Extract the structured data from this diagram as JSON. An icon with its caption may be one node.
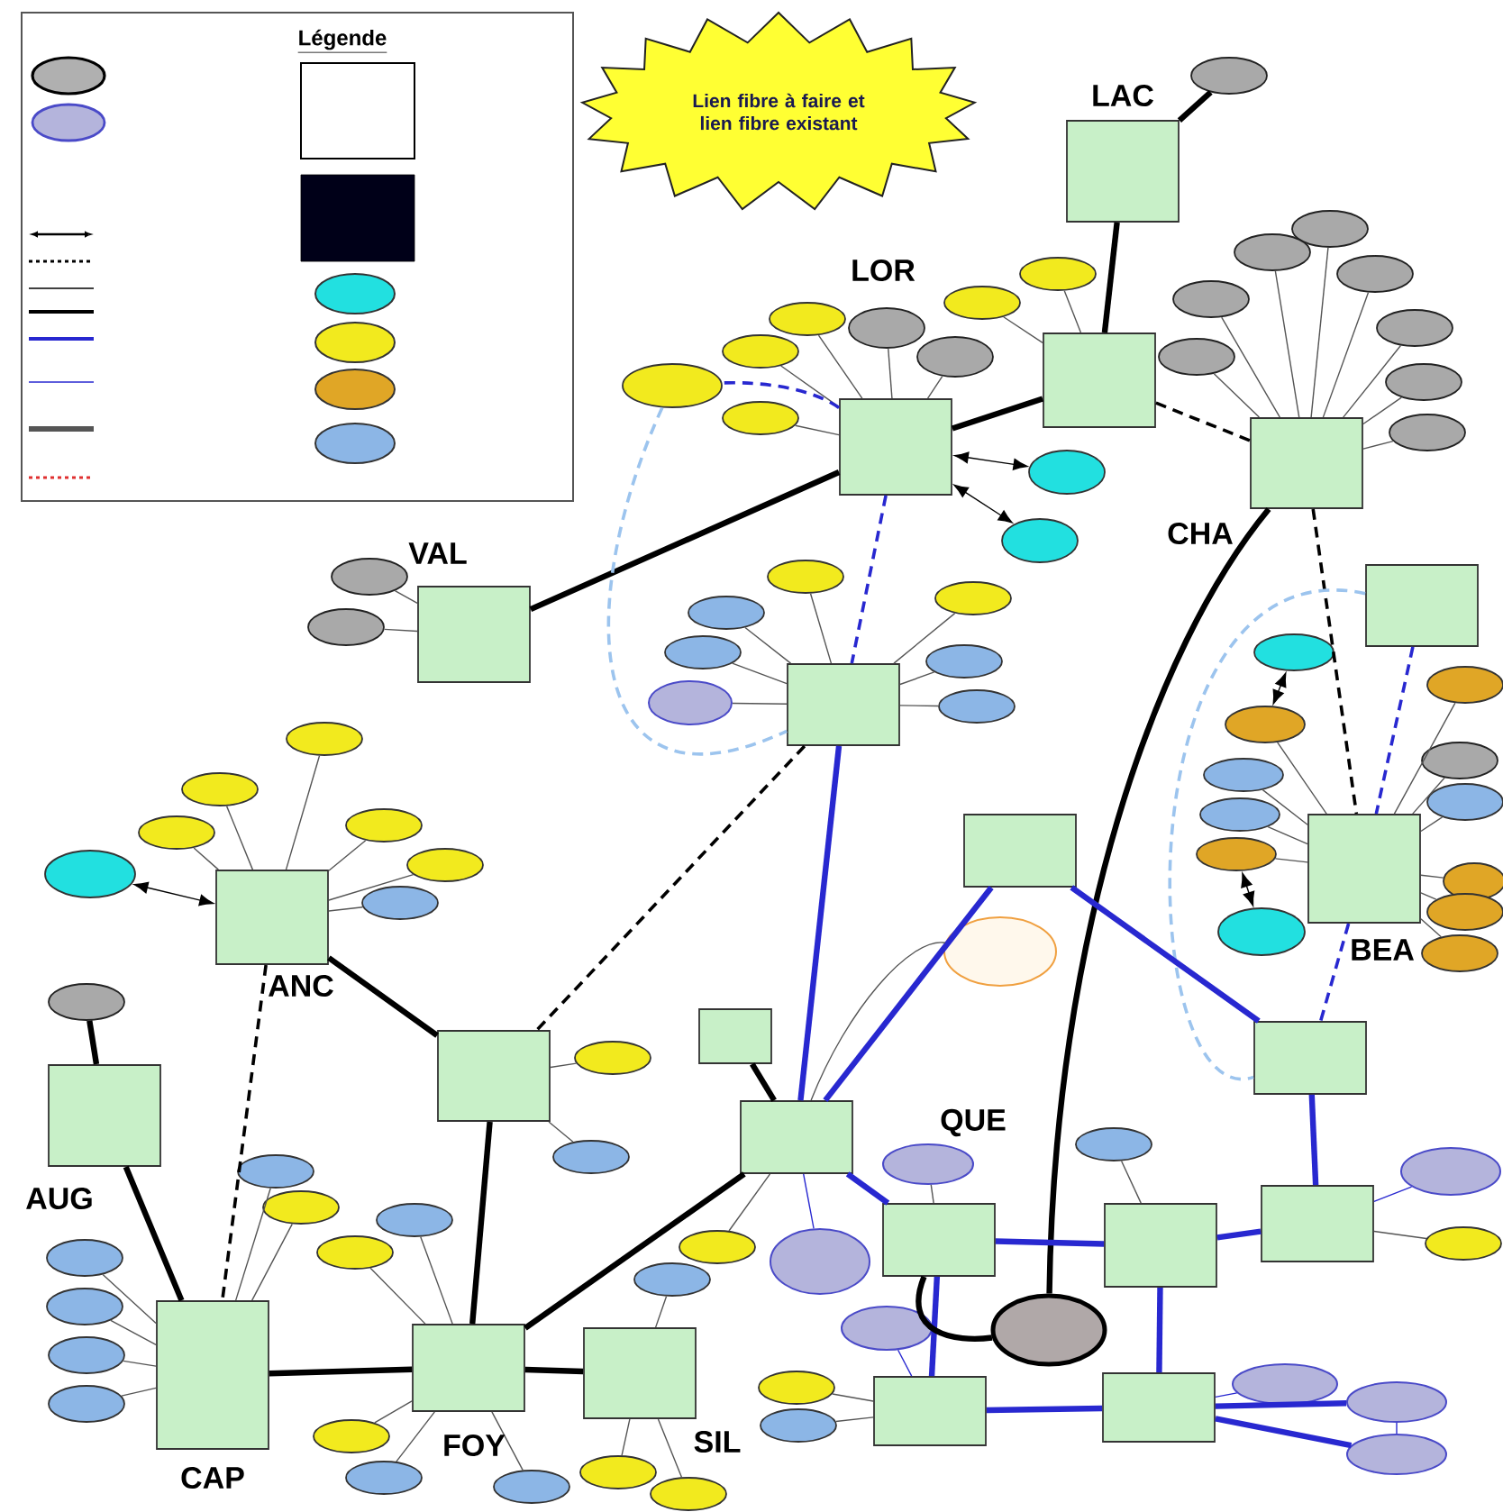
{
  "diagram": {
    "nodes": [
      {
        "text": [
          "Lien fibre à faire et lien fibre existant"
        ]
      },
      {
        "text": [],
        "shape": "box",
        "beside": [
          "LAC"
        ]
      },
      {
        "text": [],
        "shape": "ellipse"
      },
      {
        "text": [],
        "shape": "box"
      },
      {
        "text": [],
        "shape": "box"
      },
      {
        "text": [],
        "shape": "ellipse"
      },
      {
        "text": [],
        "shape": "ellipse"
      },
      {
        "text": [],
        "shape": "ellipse"
      },
      {
        "text": [],
        "shape": "ellipse"
      },
      {
        "text": [],
        "shape": "ellipse"
      },
      {
        "text": [],
        "shape": "ellipse"
      },
      {
        "text": [],
        "shape": "ellipse"
      },
      {
        "text": [],
        "shape": "ellipse"
      },
      {
        "text": [],
        "shape": "ellipse"
      },
      {
        "text": [],
        "shape": "ellipse"
      },
      {
        "text": [],
        "shape": "box",
        "beside": [
          "CHA"
        ]
      },
      {
        "text": [],
        "shape": "ellipse"
      },
      {
        "text": [],
        "shape": "ellipse"
      },
      {
        "text": [],
        "shape": "ellipse"
      },
      {
        "text": [],
        "shape": "ellipse"
      },
      {
        "text": [],
        "shape": "ellipse"
      },
      {
        "text": [],
        "shape": "ellipse"
      },
      {
        "text": [],
        "shape": "ellipse"
      },
      {
        "text": [],
        "shape": "ellipse"
      },
      {
        "text": [],
        "shape": "box"
      },
      {
        "text": [],
        "shape": "ellipse"
      },
      {
        "text": [],
        "shape": "ellipse"
      },
      {
        "text": [],
        "shape": "box"
      },
      {
        "text": [],
        "shape": "ellipse"
      },
      {
        "text": [],
        "shape": "ellipse"
      },
      {
        "text": [],
        "shape": "ellipse"
      },
      {
        "text": [],
        "shape": "ellipse"
      },
      {
        "text": [],
        "shape": "ellipse"
      },
      {
        "text": [],
        "shape": "ellipse"
      },
      {
        "text": [],
        "shape": "ellipse"
      },
      {
        "text": [],
        "shape": "box",
        "beside": [
          "ANC"
        ]
      },
      {
        "text": [],
        "shape": "ellipse"
      },
      {
        "text": [],
        "shape": "ellipse"
      },
      {
        "text": [],
        "shape": "ellipse"
      },
      {
        "text": [],
        "shape": "ellipse"
      },
      {
        "text": [],
        "shape": "ellipse"
      },
      {
        "text": [],
        "shape": "ellipse"
      },
      {
        "text": [],
        "shape": "ellipse"
      },
      {
        "text": [],
        "shape": "box"
      },
      {
        "text": [],
        "shape": "box",
        "beside": [
          "BEA"
        ]
      },
      {
        "text": [],
        "shape": "ellipse"
      },
      {
        "text": [],
        "shape": "ellipse"
      },
      {
        "text": [],
        "shape": "ellipse"
      },
      {
        "text": [],
        "shape": "ellipse"
      },
      {
        "text": [],
        "shape": "ellipse"
      },
      {
        "text": [],
        "shape": "ellipse"
      },
      {
        "text": [],
        "shape": "ellipse"
      },
      {
        "text": [],
        "shape": "ellipse"
      },
      {
        "text": [],
        "shape": "ellipse"
      },
      {
        "text": [],
        "shape": "ellipse"
      },
      {
        "text": [],
        "shape": "ellipse"
      },
      {
        "text": [],
        "shape": "ellipse"
      },
      {
        "text": [],
        "shape": "box"
      },
      {
        "text": [],
        "shape": "ellipse"
      },
      {
        "text": [],
        "shape": "box",
        "beside": [
          "AUG"
        ]
      },
      {
        "text": [],
        "shape": "ellipse"
      },
      {
        "text": [],
        "shape": "box"
      },
      {
        "text": [],
        "shape": "ellipse"
      },
      {
        "text": [],
        "shape": "ellipse"
      },
      {
        "text": [],
        "shape": "box"
      },
      {
        "text": [],
        "shape": "box"
      },
      {
        "text": [],
        "shape": "ellipse"
      },
      {
        "text": [],
        "shape": "ellipse"
      },
      {
        "text": [],
        "shape": "ellipse"
      },
      {
        "text": [],
        "shape": "box"
      },
      {
        "text": [],
        "shape": "box"
      },
      {
        "text": [],
        "shape": "ellipse"
      },
      {
        "text": [],
        "shape": "box"
      },
      {
        "text": [],
        "shape": "ellipse"
      },
      {
        "text": [],
        "shape": "box"
      },
      {
        "text": [],
        "shape": "ellipse"
      },
      {
        "text": [],
        "shape": "ellipse"
      },
      {
        "text": [],
        "shape": "ellipse"
      },
      {
        "text": [],
        "shape": "box"
      },
      {
        "text": [],
        "shape": "ellipse"
      },
      {
        "text": [],
        "shape": "ellipse"
      },
      {
        "text": [],
        "shape": "box"
      },
      {
        "text": [],
        "shape": "ellipse"
      },
      {
        "text": [],
        "shape": "ellipse"
      },
      {
        "text": [],
        "shape": "ellipse"
      },
      {
        "text": [],
        "shape": "box",
        "beside": [
          "CAP"
        ]
      },
      {
        "text": [],
        "shape": "ellipse"
      },
      {
        "text": [],
        "shape": "ellipse"
      },
      {
        "text": [],
        "shape": "ellipse"
      },
      {
        "text": [],
        "shape": "ellipse"
      },
      {
        "text": [],
        "shape": "ellipse"
      },
      {
        "text": [],
        "shape": "ellipse"
      },
      {
        "text": [],
        "shape": "box",
        "beside": [
          "FOY"
        ]
      },
      {
        "text": [],
        "shape": "ellipse"
      },
      {
        "text": [],
        "shape": "ellipse"
      },
      {
        "text": [],
        "shape": "ellipse"
      },
      {
        "text": [],
        "shape": "ellipse"
      },
      {
        "text": [],
        "shape": "ellipse"
      },
      {
        "text": [],
        "shape": "box",
        "beside": [
          "SIL"
        ]
      },
      {
        "text": [],
        "shape": "ellipse"
      },
      {
        "text": [],
        "shape": "ellipse"
      },
      {
        "text": [],
        "shape": "ellipse"
      }
    ],
    "edges": [
      {
        "from": 1,
        "to": 2,
        "arrow": "none",
        "style": "thick",
        "color": "#000000"
      },
      {
        "from": 1,
        "to": 3,
        "arrow": "none",
        "style": "thick",
        "color": "#000000"
      },
      {
        "from": 3,
        "to": 5,
        "arrow": "none"
      },
      {
        "from": 3,
        "to": 6,
        "arrow": "none"
      },
      {
        "from": 24,
        "to": 4,
        "arrow": "none",
        "style": "thick",
        "color": "#000000"
      },
      {
        "from": 4,
        "to": 3,
        "arrow": "none",
        "style": "thick",
        "color": "#000000"
      },
      {
        "from": 4,
        "to": 7,
        "arrow": "none"
      },
      {
        "from": 4,
        "to": 8,
        "arrow": "none"
      },
      {
        "from": 4,
        "to": 9,
        "arrow": "none"
      },
      {
        "from": 4,
        "to": 10,
        "arrow": "none"
      },
      {
        "from": 4,
        "to": 12,
        "arrow": "none"
      },
      {
        "from": 4,
        "to": 11,
        "arrow": "none",
        "style": "dashed",
        "color": "#2828d0"
      },
      {
        "from": 4,
        "to": 13,
        "arrow": "both",
        "color": "#000000"
      },
      {
        "from": 4,
        "to": 14,
        "arrow": "both",
        "color": "#000000"
      },
      {
        "from": 3,
        "to": 15,
        "arrow": "none",
        "style": "dashed",
        "color": "#000000"
      },
      {
        "from": 15,
        "to": 16,
        "arrow": "none"
      },
      {
        "from": 15,
        "to": 17,
        "arrow": "none"
      },
      {
        "from": 15,
        "to": 18,
        "arrow": "none"
      },
      {
        "from": 15,
        "to": 19,
        "arrow": "none"
      },
      {
        "from": 15,
        "to": 20,
        "arrow": "none"
      },
      {
        "from": 15,
        "to": 21,
        "arrow": "none"
      },
      {
        "from": 15,
        "to": 22,
        "arrow": "none"
      },
      {
        "from": 15,
        "to": 23,
        "arrow": "none"
      },
      {
        "from": 15,
        "to": 71,
        "arrow": "none",
        "style": "thick",
        "color": "#000000"
      },
      {
        "from": 15,
        "to": 44,
        "arrow": "none",
        "style": "dashed",
        "color": "#000000"
      },
      {
        "from": 11,
        "to": 27,
        "arrow": "none",
        "style": "dashed",
        "color": "#9cc4ee"
      },
      {
        "from": 4,
        "to": 27,
        "arrow": "none",
        "style": "dashed",
        "color": "#2828d0"
      },
      {
        "from": 27,
        "to": 28,
        "arrow": "none"
      },
      {
        "from": 27,
        "to": 29,
        "arrow": "none"
      },
      {
        "from": 27,
        "to": 30,
        "arrow": "none"
      },
      {
        "from": 27,
        "to": 31,
        "arrow": "none"
      },
      {
        "from": 27,
        "to": 32,
        "arrow": "none"
      },
      {
        "from": 27,
        "to": 33,
        "arrow": "none"
      },
      {
        "from": 27,
        "to": 34,
        "arrow": "none"
      },
      {
        "from": 27,
        "to": 65,
        "arrow": "none",
        "style": "thick",
        "color": "#2828d0"
      },
      {
        "from": 27,
        "to": 61,
        "arrow": "none",
        "style": "dashed",
        "color": "#000000"
      },
      {
        "from": 24,
        "to": 25,
        "arrow": "none"
      },
      {
        "from": 24,
        "to": 26,
        "arrow": "none"
      },
      {
        "from": 35,
        "to": 36,
        "arrow": "none"
      },
      {
        "from": 35,
        "to": 37,
        "arrow": "none"
      },
      {
        "from": 35,
        "to": 38,
        "arrow": "none"
      },
      {
        "from": 35,
        "to": 40,
        "arrow": "none"
      },
      {
        "from": 35,
        "to": 41,
        "arrow": "none"
      },
      {
        "from": 35,
        "to": 42,
        "arrow": "none"
      },
      {
        "from": 35,
        "to": 39,
        "arrow": "both",
        "color": "#000000"
      },
      {
        "from": 35,
        "to": 85,
        "arrow": "none",
        "style": "dashed",
        "color": "#000000"
      },
      {
        "from": 35,
        "to": 61,
        "arrow": "none",
        "style": "thick",
        "color": "#000000"
      },
      {
        "from": 43,
        "to": 44,
        "arrow": "none",
        "style": "dashed",
        "color": "#2828d0"
      },
      {
        "from": 44,
        "to": 69,
        "arrow": "none",
        "style": "dashed",
        "color": "#2828d0"
      },
      {
        "from": 43,
        "to": 69,
        "arrow": "none",
        "style": "dashed",
        "color": "#9cc4ee"
      },
      {
        "from": 45,
        "to": 46,
        "arrow": "both",
        "color": "#000000"
      },
      {
        "from": 49,
        "to": 50,
        "arrow": "both",
        "color": "#000000"
      },
      {
        "from": 44,
        "to": 46,
        "arrow": "none"
      },
      {
        "from": 44,
        "to": 47,
        "arrow": "none"
      },
      {
        "from": 44,
        "to": 48,
        "arrow": "none"
      },
      {
        "from": 44,
        "to": 49,
        "arrow": "none"
      },
      {
        "from": 44,
        "to": 51,
        "arrow": "none"
      },
      {
        "from": 44,
        "to": 52,
        "arrow": "none"
      },
      {
        "from": 44,
        "to": 53,
        "arrow": "none"
      },
      {
        "from": 44,
        "to": 54,
        "arrow": "none"
      },
      {
        "from": 44,
        "to": 55,
        "arrow": "none"
      },
      {
        "from": 44,
        "to": 56,
        "arrow": "none"
      },
      {
        "from": 57,
        "to": 69,
        "arrow": "none",
        "style": "thick",
        "color": "#2828d0"
      },
      {
        "from": 57,
        "to": 65,
        "arrow": "none",
        "style": "thick",
        "color": "#2828d0"
      },
      {
        "from": 58,
        "to": 65,
        "arrow": "none"
      },
      {
        "from": 64,
        "to": 65,
        "arrow": "none",
        "style": "thick",
        "color": "#000000"
      },
      {
        "from": 61,
        "to": 62,
        "arrow": "none"
      },
      {
        "from": 61,
        "to": 63,
        "arrow": "none"
      },
      {
        "from": 61,
        "to": 92,
        "arrow": "none",
        "style": "thick",
        "color": "#000000"
      },
      {
        "from": 92,
        "to": 65,
        "arrow": "none",
        "style": "thick",
        "color": "#000000"
      },
      {
        "from": 65,
        "to": 66,
        "arrow": "none"
      },
      {
        "from": 65,
        "to": 68,
        "arrow": "none",
        "color": "#2828d0"
      },
      {
        "from": 65,
        "to": 70,
        "arrow": "none",
        "style": "thick",
        "color": "#2828d0"
      },
      {
        "from": 70,
        "to": 67,
        "arrow": "none"
      },
      {
        "from": 70,
        "to": 72,
        "arrow": "none",
        "style": "thick",
        "color": "#2828d0"
      },
      {
        "from": 70,
        "to": 78,
        "arrow": "none",
        "style": "thick",
        "color": "#2828d0"
      },
      {
        "from": 70,
        "to": 71,
        "arrow": "none",
        "style": "thick",
        "color": "#000000"
      },
      {
        "from": 72,
        "to": 73,
        "arrow": "none"
      },
      {
        "from": 72,
        "to": 74,
        "arrow": "none",
        "style": "thick",
        "color": "#2828d0"
      },
      {
        "from": 72,
        "to": 81,
        "arrow": "none",
        "style": "thick",
        "color": "#2828d0"
      },
      {
        "from": 74,
        "to": 69,
        "arrow": "none",
        "style": "thick",
        "color": "#2828d0"
      },
      {
        "from": 74,
        "to": 75,
        "arrow": "none",
        "color": "#2828d0"
      },
      {
        "from": 74,
        "to": 76,
        "arrow": "none"
      },
      {
        "from": 78,
        "to": 77,
        "arrow": "none",
        "color": "#2828d0"
      },
      {
        "from": 78,
        "to": 79,
        "arrow": "none"
      },
      {
        "from": 78,
        "to": 80,
        "arrow": "none"
      },
      {
        "from": 78,
        "to": 81,
        "arrow": "none",
        "style": "thick",
        "color": "#2828d0"
      },
      {
        "from": 81,
        "to": 82,
        "arrow": "none",
        "color": "#2828d0"
      },
      {
        "from": 81,
        "to": 83,
        "arrow": "none",
        "style": "thick",
        "color": "#2828d0"
      },
      {
        "from": 81,
        "to": 84,
        "arrow": "none",
        "style": "thick",
        "color": "#2828d0"
      },
      {
        "from": 83,
        "to": 84,
        "arrow": "none",
        "color": "#2828d0"
      },
      {
        "from": 85,
        "to": 59,
        "arrow": "none",
        "style": "thick",
        "color": "#000000"
      },
      {
        "from": 59,
        "to": 60,
        "arrow": "none",
        "style": "thick",
        "color": "#000000"
      },
      {
        "from": 85,
        "to": 86,
        "arrow": "none"
      },
      {
        "from": 85,
        "to": 87,
        "arrow": "none"
      },
      {
        "from": 85,
        "to": 88,
        "arrow": "none"
      },
      {
        "from": 85,
        "to": 89,
        "arrow": "none"
      },
      {
        "from": 85,
        "to": 90,
        "arrow": "none"
      },
      {
        "from": 85,
        "to": 91,
        "arrow": "none"
      },
      {
        "from": 85,
        "to": 92,
        "arrow": "none",
        "style": "thick",
        "color": "#000000"
      },
      {
        "from": 92,
        "to": 93,
        "arrow": "none"
      },
      {
        "from": 92,
        "to": 94,
        "arrow": "none"
      },
      {
        "from": 92,
        "to": 95,
        "arrow": "none"
      },
      {
        "from": 92,
        "to": 96,
        "arrow": "none"
      },
      {
        "from": 92,
        "to": 97,
        "arrow": "none"
      },
      {
        "from": 92,
        "to": 98,
        "arrow": "none",
        "style": "thick",
        "color": "#000000"
      },
      {
        "from": 98,
        "to": 99,
        "arrow": "none"
      },
      {
        "from": 98,
        "to": 100,
        "arrow": "none"
      },
      {
        "from": 98,
        "to": 101,
        "arrow": "none"
      }
    ],
    "labels": [
      "Légende",
      "LOR",
      "VAL",
      "QUE"
    ]
  }
}
